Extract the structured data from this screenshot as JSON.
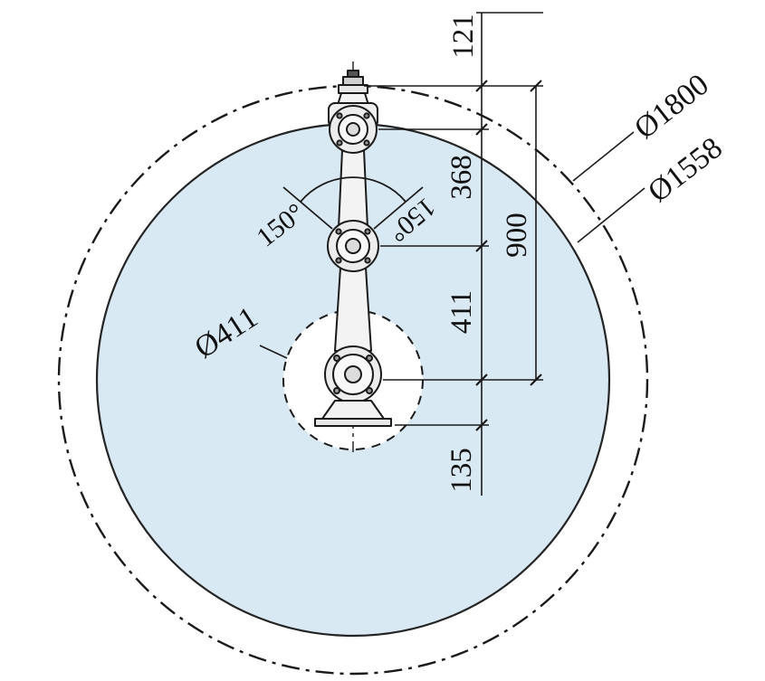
{
  "colors": {
    "envelope_fill": "#d9e9f4",
    "line": "#1a1a1a"
  },
  "labels": {
    "dia_outer": "Ø1800",
    "dia_envelope": "Ø1558",
    "dia_inner": "Ø411",
    "dim_flange": "121",
    "dim_forearm": "368",
    "dim_reach": "900",
    "dim_upperarm": "411",
    "dim_base": "135",
    "angle_left": "150°",
    "angle_right": "150°"
  }
}
